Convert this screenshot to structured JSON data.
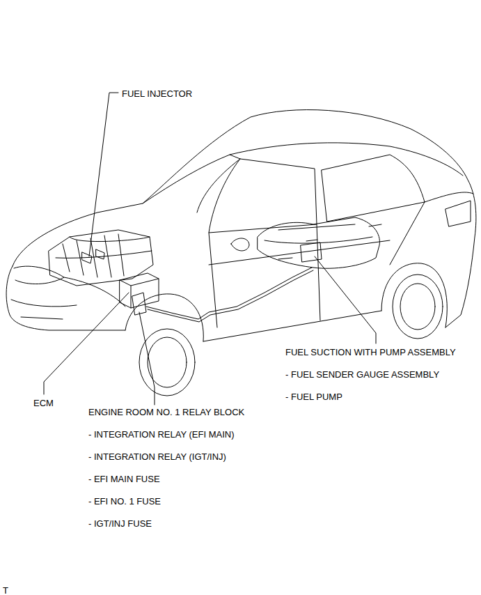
{
  "diagram": {
    "labels": [
      "FUEL INJECTOR",
      "ECM",
      "ENGINE ROOM NO. 1 RELAY BLOCK",
      "- INTEGRATION RELAY (EFI MAIN)",
      "- INTEGRATION RELAY (IGT/INJ)",
      "- EFI MAIN FUSE",
      "- EFI NO. 1 FUSE",
      "- IGT/INJ FUSE",
      "FUEL SUCTION WITH PUMP ASSEMBLY",
      "- FUEL SENDER GAUGE ASSEMBLY",
      "- FUEL PUMP",
      "T"
    ]
  }
}
